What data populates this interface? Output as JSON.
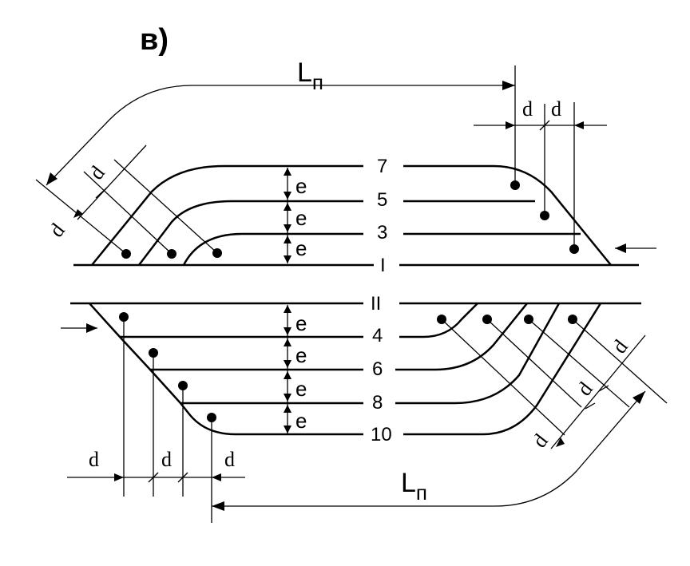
{
  "figure_label": "в)",
  "length_label": {
    "main": "L",
    "sub": "п"
  },
  "track_numbers": {
    "t7": "7",
    "t5": "5",
    "t3": "3",
    "tI": "I",
    "tII": "II",
    "t4": "4",
    "t6": "6",
    "t8": "8",
    "t10": "10"
  },
  "spacing_label": "e",
  "offset_label": "d"
}
